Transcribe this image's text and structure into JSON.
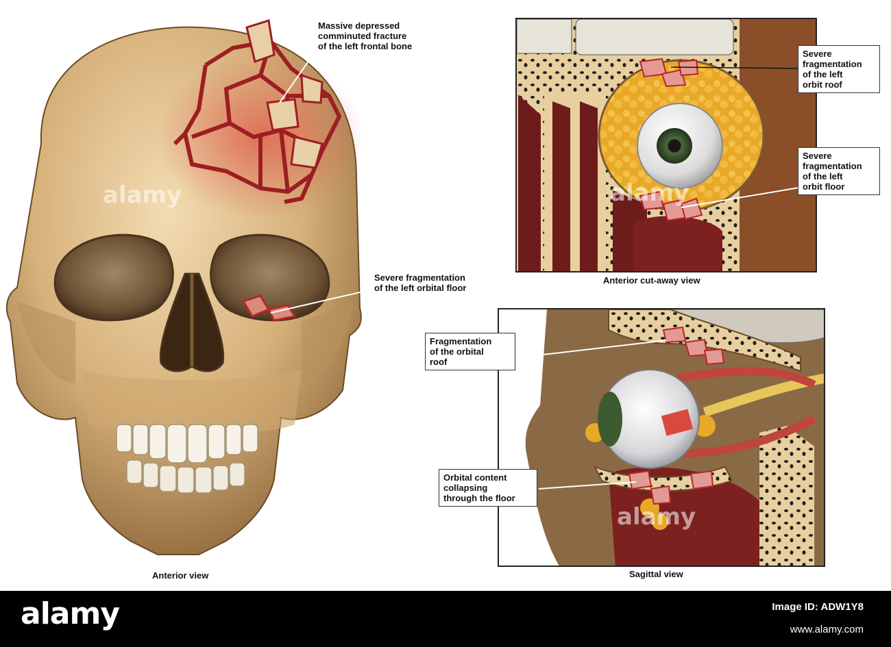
{
  "figures": {
    "anterior": {
      "caption": "Anterior view",
      "labels": {
        "frontal_fracture": [
          "Massive depressed",
          "comminuted fracture",
          "of the left frontal bone"
        ],
        "orbital_floor": [
          "Severe fragmentation",
          "of the left orbital floor"
        ]
      }
    },
    "cutaway": {
      "caption": "Anterior cut-away view",
      "labels": {
        "orbit_roof": [
          "Severe",
          "fragmentation",
          "of the left",
          "orbit roof"
        ],
        "orbit_floor": [
          "Severe",
          "fragmentation",
          "of the left",
          "orbit floor"
        ]
      }
    },
    "sagittal": {
      "caption": "Sagittal view",
      "labels": {
        "orbital_roof": [
          "Fragmentation",
          "of the orbital",
          "roof"
        ],
        "orbital_content": [
          "Orbital content",
          "collapsing",
          "through the floor"
        ]
      }
    }
  },
  "watermarks": [
    "alamy",
    "alamy",
    "alamy"
  ],
  "footer": {
    "brand": "alamy",
    "image_id": "Image ID: ADW1Y8",
    "url": "www.alamy.com"
  },
  "colors": {
    "bone": "#d9b98a",
    "bone_dark": "#7a5a34",
    "fracture": "#b5262a",
    "fat": "#e8b13a",
    "sinus": "#6e1b1b",
    "footer_bg": "#000000"
  }
}
